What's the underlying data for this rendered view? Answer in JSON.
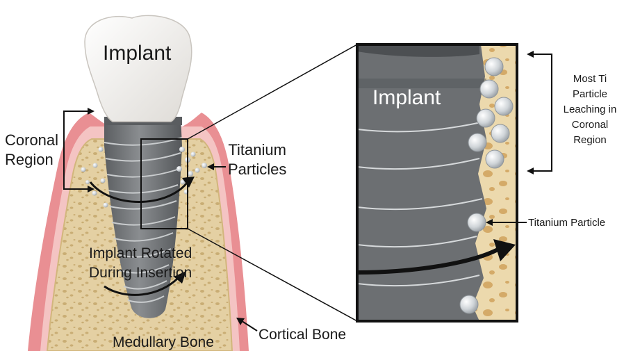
{
  "labels": {
    "implant_crown": "Implant",
    "implant_zoom": "Implant",
    "coronal_region": [
      "Coronal",
      "Region"
    ],
    "titanium_particles": [
      "Titanium",
      "Particles"
    ],
    "implant_rotated": [
      "Implant Rotated",
      "During Insertion"
    ],
    "medullary_bone": "Medullary Bone",
    "cortical_bone": "Cortical Bone",
    "most_ti": [
      "Most Ti",
      "Particle",
      "Leaching in",
      "Coronal",
      "Region"
    ],
    "titanium_particle": "Titanium Particle"
  },
  "colors": {
    "gum": "#e98f93",
    "gum_light": "#f5c6c5",
    "bone": "#e4d0a3",
    "bone_spot": "#c7aa72",
    "screw": "#6e7173",
    "screw_dark": "#4c4f52",
    "crown": "#f3f1ee",
    "particle": "#d9dde0"
  }
}
